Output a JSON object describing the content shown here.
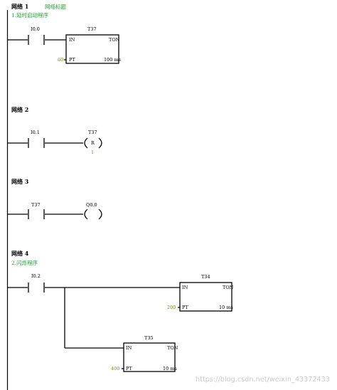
{
  "networks": [
    {
      "label": "网络 1",
      "title": "网络标题",
      "comment": "1.延时启动程序",
      "contact": "I0.0",
      "timer": {
        "name": "T37",
        "type": "TON",
        "in": "IN",
        "pt": "PT",
        "preset": "60",
        "base": "100 ms"
      }
    },
    {
      "label": "网络 2",
      "contact": "I0.1",
      "coil": {
        "addr": "T37",
        "op": "R",
        "count": "1"
      }
    },
    {
      "label": "网络 3",
      "contact": "T37",
      "coil": {
        "addr": "Q0.0"
      }
    },
    {
      "label": "网络 4",
      "comment": "2.闪烁程序",
      "contact": "I0.2",
      "timers": [
        {
          "name": "T34",
          "type": "TON",
          "in": "IN",
          "pt": "PT",
          "preset": "200",
          "base": "10 ms"
        },
        {
          "name": "T35",
          "type": "TON",
          "in": "IN",
          "pt": "PT",
          "preset": "400",
          "base": "10 ms"
        }
      ]
    }
  ],
  "watermark": "https://blog.csdn.net/weixin_43372433"
}
